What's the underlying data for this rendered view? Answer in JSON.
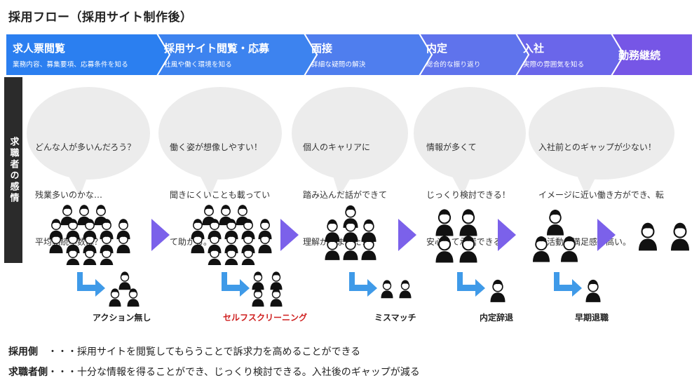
{
  "title": "採用フロー（採用サイト制作後）",
  "sidebar_label": "求職者の感情",
  "stages": [
    {
      "name": "求人票閲覧",
      "sub": "業務内容、募集要項、応募条件を知る",
      "color": "#2b7ff0"
    },
    {
      "name": "採用サイト閲覧・応募",
      "sub": "社風や働く環境を知る",
      "color": "#3d83ef"
    },
    {
      "name": "面接",
      "sub": "詳細な疑問の解決",
      "color": "#4f7eee"
    },
    {
      "name": "内定",
      "sub": "総合的な振り返り",
      "color": "#5f73ec"
    },
    {
      "name": "入社",
      "sub": "実際の雰囲気を知る",
      "color": "#6a66ea"
    },
    {
      "name": "勤務継続",
      "sub": "",
      "color": "#7656e6"
    }
  ],
  "bubbles": [
    {
      "lines": [
        "どんな人が多いんだろう？",
        "残業多いのかな…",
        "平均勤続年数は？"
      ]
    },
    {
      "lines": [
        "働く姿が想像しやすい！",
        "聞きにくいことも載ってい",
        "て助かる。"
      ]
    },
    {
      "lines": [
        "個人のキャリアに",
        "踏み込んだ話ができて",
        "理解が深まった！"
      ]
    },
    {
      "lines": [
        "情報が多くて",
        "じっくり検討できる！",
        "安心して承諾できる"
      ]
    },
    {
      "lines": [
        "入社前とのギャップが少ない！",
        "イメージに近い働き方ができ、転",
        "職活動に満足感が高い。"
      ]
    }
  ],
  "crowd_counts": [
    16,
    16,
    7,
    4,
    3,
    2
  ],
  "outcomes": [
    {
      "label": "アクション無し",
      "small_count": 3
    },
    {
      "label": "セルフスクリーニング",
      "small_count": 4
    },
    {
      "label": "ミスマッチ",
      "small_count": 2
    },
    {
      "label": "内定辞退",
      "small_count": 1
    },
    {
      "label": "早期退職",
      "small_count": 1
    }
  ],
  "colors": {
    "arrow_purple": "#7b61ea",
    "down_arrow_blue": "#3f9ae8",
    "bubble": "#ececec",
    "person": "#111111",
    "red": "#cf1f1f"
  },
  "summary": [
    {
      "label": "採用側",
      "text": "・・・採用サイトを閲覧してもらうことで訴求力を高めることができる"
    },
    {
      "label": "求職者側",
      "text": "・・・十分な情報を得ることができ、じっくり検討できる。入社後のギャップが減る"
    }
  ]
}
